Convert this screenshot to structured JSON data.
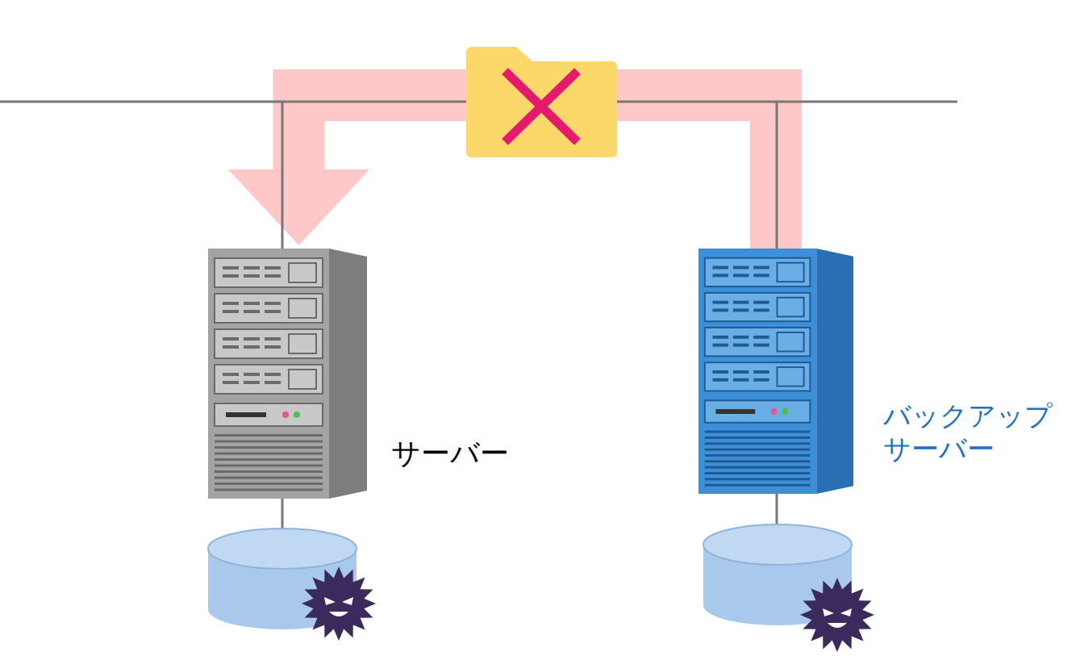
{
  "diagram": {
    "nodes": [
      {
        "text": [
          "サーバー"
        ]
      },
      {
        "text": [
          "バックアップ サーバー"
        ]
      }
    ],
    "edges": [
      {
        "from": 1,
        "to": 0,
        "arrow": "to"
      }
    ]
  }
}
